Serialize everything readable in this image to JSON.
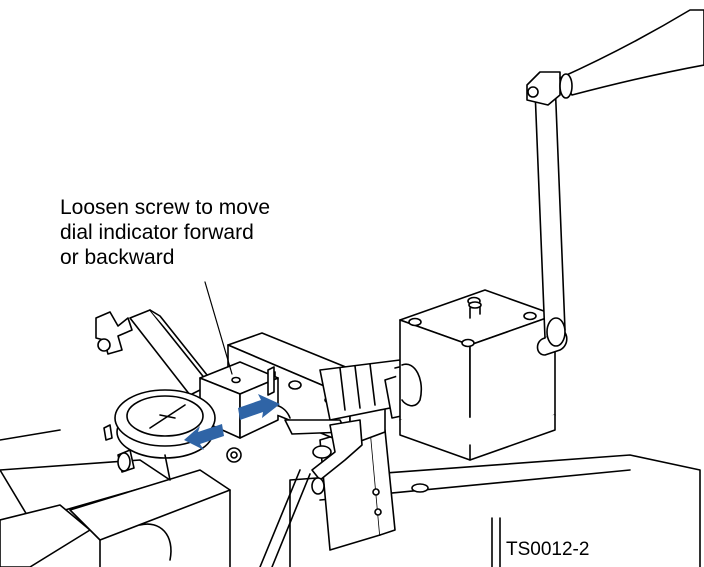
{
  "callout": {
    "lines": [
      "Loosen screw to move",
      "dial indicator forward",
      "or backward"
    ]
  },
  "figure_id": "TS0012-2",
  "colors": {
    "line": "#000000",
    "fill": "#ffffff",
    "arrow": "#2f64a6"
  },
  "icons": {
    "forward_arrow": "double-headed-arrow-icon"
  }
}
